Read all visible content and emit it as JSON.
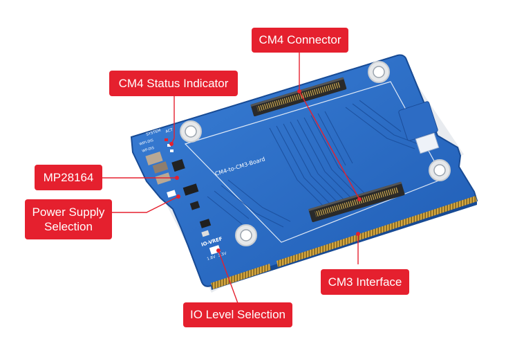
{
  "labels": {
    "cm4_connector": "CM4 Connector",
    "cm4_status_indicator": "CM4 Status Indicator",
    "mp28164": "MP28164",
    "power_supply_selection": "Power Supply Selection",
    "cm3_interface": "CM3 Interface",
    "io_level_selection": "IO Level Selection"
  },
  "board": {
    "silkscreen_name": "CM4-to-CM3-Board",
    "io_vref": "IO-VREF",
    "v18": "1.8V",
    "v33": "3.3V",
    "system": "SYSTEM",
    "act": "ACT",
    "wifi_dis": "WIFI-DIS",
    "wp_dis": "WP-DIS"
  },
  "colors": {
    "callout": "#e5202e",
    "pcb": "#2c6fc9",
    "pcb_dark": "#1d4f9e",
    "gold": "#c9a040",
    "connector": "#2a2a2a"
  }
}
